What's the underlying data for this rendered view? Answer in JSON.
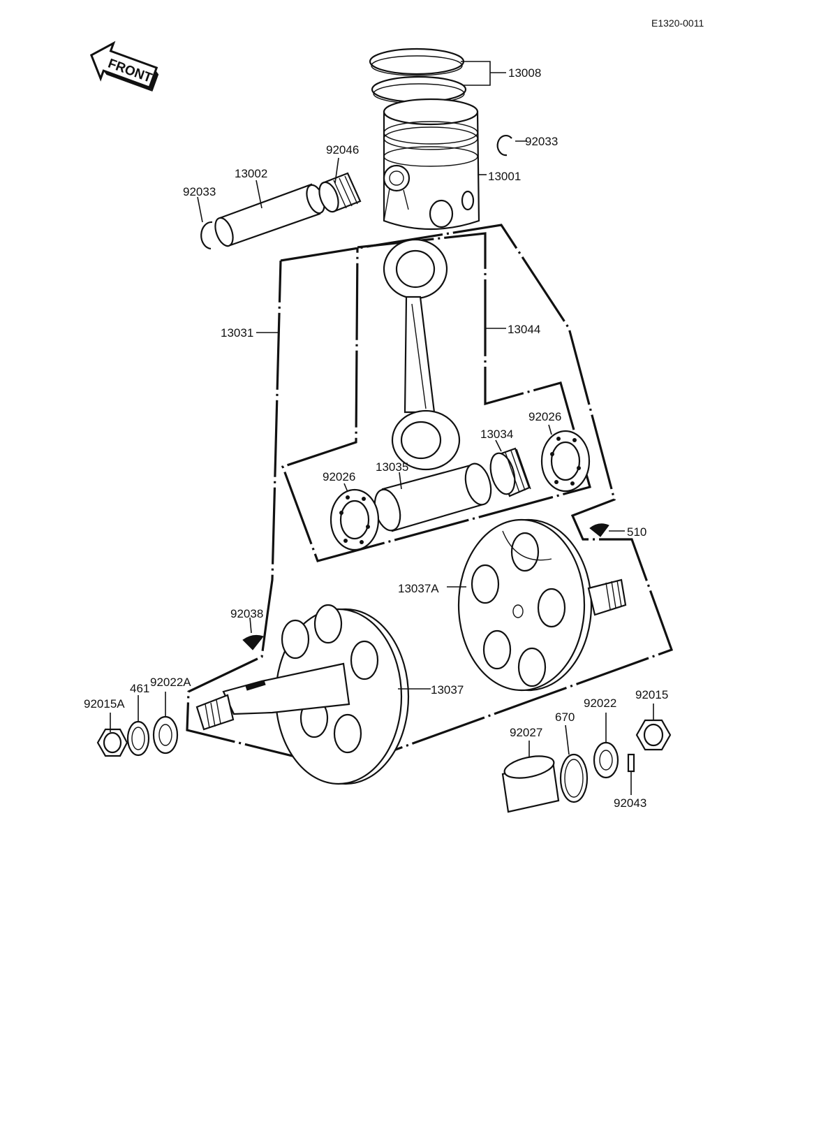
{
  "document": {
    "code": "E1320-0011",
    "front_label": "FRONT"
  },
  "callouts": [
    {
      "id": "13008",
      "text": "13008"
    },
    {
      "id": "92033-right",
      "text": "92033"
    },
    {
      "id": "13001",
      "text": "13001"
    },
    {
      "id": "92046",
      "text": "92046"
    },
    {
      "id": "13002",
      "text": "13002"
    },
    {
      "id": "92033-left",
      "text": "92033"
    },
    {
      "id": "13031",
      "text": "13031"
    },
    {
      "id": "13044",
      "text": "13044"
    },
    {
      "id": "92026-right",
      "text": "92026"
    },
    {
      "id": "13034",
      "text": "13034"
    },
    {
      "id": "13035",
      "text": "13035"
    },
    {
      "id": "92026-left",
      "text": "92026"
    },
    {
      "id": "510",
      "text": "510"
    },
    {
      "id": "13037A",
      "text": "13037A"
    },
    {
      "id": "92038",
      "text": "92038"
    },
    {
      "id": "13037",
      "text": "13037"
    },
    {
      "id": "461",
      "text": "461"
    },
    {
      "id": "92022A",
      "text": "92022A"
    },
    {
      "id": "92015A",
      "text": "92015A"
    },
    {
      "id": "92015",
      "text": "92015"
    },
    {
      "id": "92022",
      "text": "92022"
    },
    {
      "id": "670",
      "text": "670"
    },
    {
      "id": "92027",
      "text": "92027"
    },
    {
      "id": "92043",
      "text": "92043"
    }
  ]
}
